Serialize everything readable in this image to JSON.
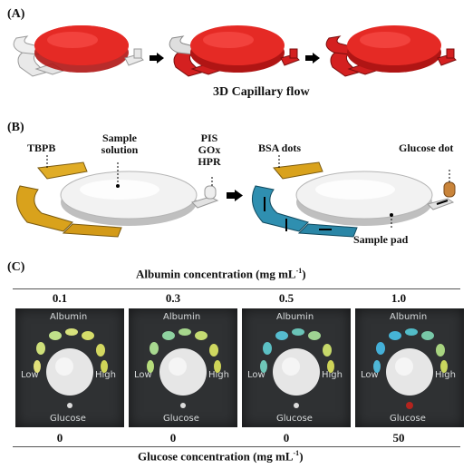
{
  "panel_a": {
    "label": "(A)",
    "caption": "3D Capillary flow"
  },
  "panel_b": {
    "label": "(B)",
    "left_labels": {
      "tbpb": "TBPB",
      "sample_line1": "Sample",
      "sample_line2": "solution",
      "pis": "PIS",
      "gox": "GOx",
      "hpr": "HPR"
    },
    "right_labels": {
      "bsa": "BSA dots",
      "glucose_dot": "Glucose dot",
      "sample_pad": "Sample pad"
    }
  },
  "panel_c": {
    "label": "(C)",
    "albumin_axis": "Albumin concentration (mg mL",
    "glucose_axis": "Glucose concentration (mg mL",
    "unit_sup": "-1",
    "unit_close": ")",
    "device_text": {
      "albumin": "Albumin",
      "low": "Low",
      "high": "High",
      "glucose": "Glucose"
    },
    "albumin_values": [
      "0.1",
      "0.3",
      "0.5",
      "1.0"
    ],
    "glucose_values": [
      "0",
      "0",
      "0",
      "50"
    ]
  },
  "colors": {
    "red": "#e0201f",
    "gold": "#d9a21c",
    "teal": "#2f8fb0",
    "gray": "#d9d9d9"
  }
}
